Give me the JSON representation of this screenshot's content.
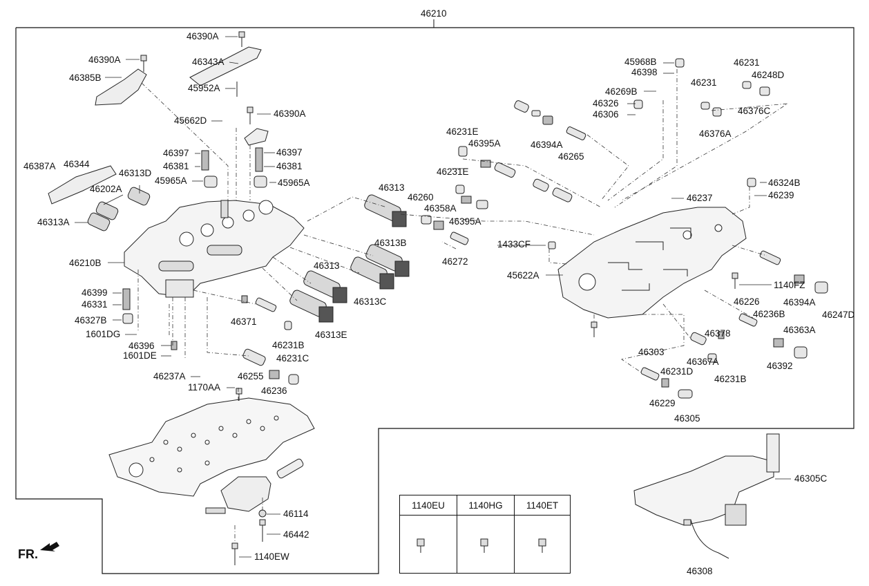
{
  "title_label": "46210",
  "orientation_label": "FR.",
  "bolt_table": {
    "headers": [
      "1140EU",
      "1140HG",
      "1140ET"
    ]
  },
  "labels": {
    "l46390A_1": "46390A",
    "l46343A": "46343A",
    "l46390A_2": "46390A",
    "l46385B": "46385B",
    "l45952A": "45952A",
    "l45662D": "45662D",
    "l46390A_3": "46390A",
    "l46397_1": "46397",
    "l46397_2": "46397",
    "l46381_1": "46381",
    "l46381_2": "46381",
    "l45965A_1": "45965A",
    "l45965A_2": "45965A",
    "l46387A": "46387A",
    "l46344": "46344",
    "l46313D": "46313D",
    "l46202A": "46202A",
    "l46313A": "46313A",
    "l46210B": "46210B",
    "l46399": "46399",
    "l46331": "46331",
    "l46327B": "46327B",
    "l1601DG": "1601DG",
    "l46396": "46396",
    "l1601DE": "1601DE",
    "l46237A": "46237A",
    "l1170AA": "1170AA",
    "l46255": "46255",
    "l46236": "46236",
    "l46231C": "46231C",
    "l46371": "46371",
    "l46231B_1": "46231B",
    "l46313_1": "46313",
    "l46313B": "46313B",
    "l46313_2": "46313",
    "l46313C": "46313C",
    "l46313E": "46313E",
    "l46231E_1": "46231E",
    "l46395A_1": "46395A",
    "l46231E_2": "46231E",
    "l46260": "46260",
    "l46358A": "46358A",
    "l46395A_2": "46395A",
    "l46272": "46272",
    "l1433CF": "1433CF",
    "l45622A": "45622A",
    "l46394A_1": "46394A",
    "l46265": "46265",
    "l45968B": "45968B",
    "l46398": "46398",
    "l46269B": "46269B",
    "l46326": "46326",
    "l46306": "46306",
    "l46231_1": "46231",
    "l46231_2": "46231",
    "l46248D": "46248D",
    "l46376C": "46376C",
    "l46376A": "46376A",
    "l46324B": "46324B",
    "l46239": "46239",
    "l46237": "46237",
    "l1140FZ": "1140FZ",
    "l46394A_2": "46394A",
    "l46247D": "46247D",
    "l46226": "46226",
    "l46236B": "46236B",
    "l46363A": "46363A",
    "l46378": "46378",
    "l46367A": "46367A",
    "l46392": "46392",
    "l46231B_2": "46231B",
    "l46303": "46303",
    "l46231D": "46231D",
    "l46229": "46229",
    "l46305": "46305",
    "l46305C": "46305C",
    "l46308": "46308",
    "l46114": "46114",
    "l46442": "46442",
    "l1140EW": "1140EW"
  }
}
